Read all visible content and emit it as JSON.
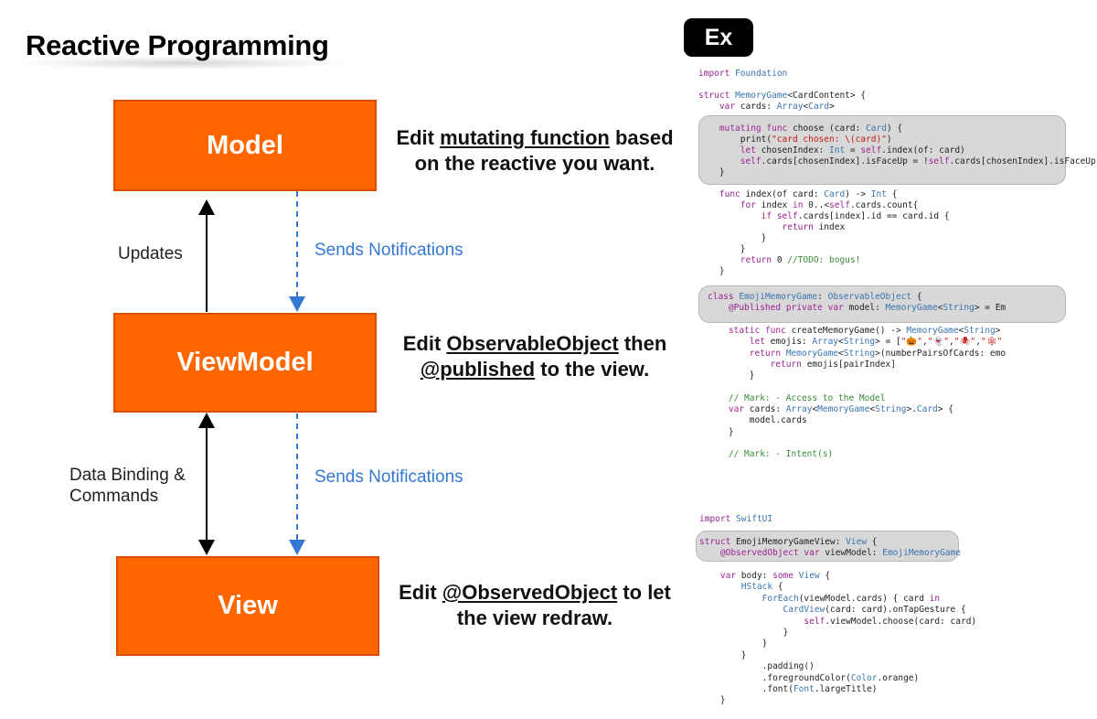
{
  "title": "Reactive Programming",
  "diagram": {
    "boxes": {
      "model": "Model",
      "viewmodel": "ViewModel",
      "view": "View"
    },
    "labels": {
      "updates": "Updates",
      "sends_notifications_1": "Sends Notifications",
      "data_binding_line1": "Data Binding &",
      "data_binding_line2": "Commands",
      "sends_notifications_2": "Sends Notifications"
    },
    "colors": {
      "box_fill": "#ff6600",
      "notification_arrow": "#3478d3",
      "arrow": "#000000"
    }
  },
  "notes": {
    "model": {
      "pre": "Edit ",
      "u": "mutating function",
      "post": " based",
      "line2": "on the reactive you want."
    },
    "viewmodel": {
      "pre": "Edit ",
      "u": "ObservableObject",
      "post": " then",
      "u2": "@published",
      "post2": " to the view."
    },
    "view": {
      "pre": "Edit ",
      "u": "@ObservedObject",
      "post": " to let",
      "line2": "the view redraw."
    }
  },
  "example": {
    "badge": "Ex",
    "code_block_1": [
      "import Foundation",
      "",
      "struct MemoryGame<CardContent> {",
      "    var cards: Array<Card>",
      "",
      "    mutating func choose (card: Card) {",
      "        print(\"card chosen: \\(card)\")",
      "        let chosenIndex: Int = self.index(of: card)",
      "        self.cards[chosenIndex].isFaceUp = !self.cards[chosenIndex].isFaceUp",
      "    }",
      "",
      "    func index(of card: Card) -> Int {",
      "        for index in 0..<self.cards.count{",
      "            if self.cards[index].id == card.id {",
      "                return index",
      "            }",
      "        }",
      "        return 0 //TODO: bogus!",
      "    }"
    ],
    "code_block_2": [
      "class EmojiMemoryGame: ObservableObject {",
      "    @Published private var model: MemoryGame<String> = Em",
      "",
      "    static func createMemoryGame() -> MemoryGame<String>",
      "        let emojis: Array<String> = [\"🎃\",\"👻\",\"🕷\",\"🕸\"",
      "        return MemoryGame<String>(numberPairsOfCards: emo",
      "            return emojis[pairIndex]",
      "        }",
      "",
      "    // Mark: - Access to the Model",
      "    var cards: Array<MemoryGame<String>.Card> {",
      "        model.cards",
      "    }",
      "",
      "    // Mark: - Intent(s)"
    ],
    "code_block_3": [
      "import SwiftUI",
      "",
      "struct EmojiMemoryGameView: View {",
      "    @ObservedObject var viewModel: EmojiMemoryGame",
      "",
      "    var body: some View {",
      "        HStack {",
      "            ForEach(viewModel.cards) { card in",
      "                CardView(card: card).onTapGesture {",
      "                    self.viewModel.choose(card: card)",
      "                }",
      "            }",
      "        }",
      "            .padding()",
      "            .foregroundColor(Color.orange)",
      "            .font(Font.largeTitle)",
      "    }"
    ]
  }
}
